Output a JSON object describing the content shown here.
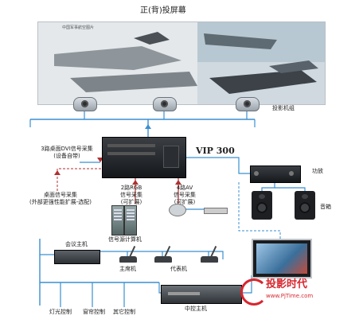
{
  "title": "正(背)投屏幕",
  "screen_caption": "中国军事航空图片",
  "labels": {
    "projector_group": "投影机组",
    "vip_device": "VIP 300",
    "dvi_capture": "3路桌面DVI信号采集",
    "dvi_capture_note": "(设备自带)",
    "desktop_signal": "桌面信号采集",
    "desktop_signal_note": "(外部更强性能扩展-选配)",
    "rgb_capture_1": "2路RGB",
    "rgb_capture_2": "信号采集",
    "rgb_capture_3": "(可扩展)",
    "av_capture_1": "4路AV",
    "av_capture_2": "信号采集",
    "av_capture_3": "(可扩展)",
    "amplifier": "功放",
    "speaker": "音箱",
    "signal_source_pc": "信号源计算机",
    "conference_host": "会议主机",
    "chairman_unit": "主席机",
    "delegate_unit": "代表机",
    "central_control_host": "中控主机",
    "lighting_control": "灯光控制",
    "curtain_control": "窗帘控制",
    "other_control": "其它控制",
    "brand_cn": "投影时代",
    "brand_url": "www.PjTime.com"
  },
  "colors": {
    "line": "#3a8fd0",
    "arrow": "#b03030",
    "brand_red": "#d8262e"
  }
}
